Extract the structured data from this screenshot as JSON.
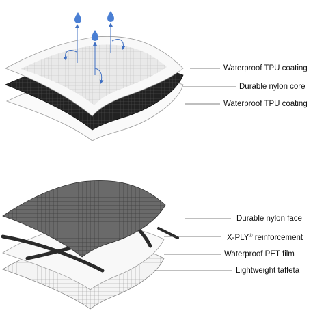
{
  "diagram_top": {
    "layers": [
      {
        "label": "Waterproof TPU coating"
      },
      {
        "label": "Durable nylon core"
      },
      {
        "label": "Waterproof TPU coating"
      }
    ],
    "icons": [
      "water-drop-icon",
      "water-drop-icon",
      "water-drop-icon",
      "curved-arrow-icon"
    ]
  },
  "diagram_bottom": {
    "layers": [
      {
        "label": "Durable nylon face"
      },
      {
        "label_main": "X-PLY",
        "label_mark": "®",
        "label_rest": " reinforcement"
      },
      {
        "label": "Waterproof PET film"
      },
      {
        "label": "Lightweight taffeta"
      }
    ]
  },
  "colors": {
    "drop": "#4a7fd4",
    "arrow": "#3f6fc2",
    "nylon_core": "#1e1e1e",
    "nylon_face": "#5a5a5a",
    "tpu_fill": "#f7f7f7",
    "tpu_grid": "#bdbdbd",
    "rod": "#2a2a2a"
  }
}
